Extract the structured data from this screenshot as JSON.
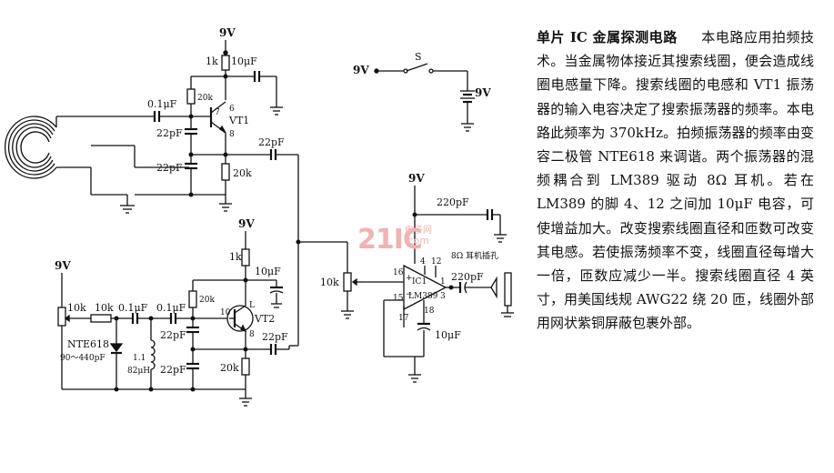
{
  "description": {
    "title": "单片 IC 金属探测电路",
    "body": "本电路应用拍频技术。当金属物体接近其搜索线圈，便会造成线圈电感量下降。搜索线圈的电感和 VT1 振荡器的输入电容决定了搜索振荡器的频率。本电路此频率为 370kHz。拍频振荡器的频率由变容二极管 NTE618 来调谐。两个振荡器的混频耦合到 LM389 驱动 8Ω 耳机。若在 LM389 的脚 4、12 之间加 10μF 电容，可使增益加大。改变搜索线圈直径和匝数可改变其电感。若使振荡频率不变，线圈直径每增大一倍，匝数应减少一半。搜索线圈直径 4 英寸，用美国线规 AWG22 绕 20 匝，线圈外部用网状紫铜屏蔽包裹外部。"
  },
  "watermark": {
    "brand": "21IC",
    "cn": "电子网",
    "url": ".com"
  },
  "schematic": {
    "top_osc": {
      "supply": "9V",
      "r_top": "1k",
      "c_bypass": "10μF",
      "c_in": "0.1μF",
      "r_bias": "20k",
      "transistor": "VT1",
      "pin7": "7",
      "pin6": "6",
      "pin8": "8",
      "c1": "22pF",
      "c2": "22pF",
      "r_emit": "20k",
      "c_out": "22pF"
    },
    "battery": {
      "supply": "9V",
      "switch": "S",
      "battery": "9V"
    },
    "amp": {
      "supply": "9V",
      "c_fb": "220pF",
      "pin4": "4",
      "pin12": "12",
      "phone": "8Ω 耳机插孔",
      "pot": "10k",
      "pin16": "16",
      "pin15": "15",
      "pin17": "17",
      "pin18": "18",
      "pin1": "1",
      "pin3": "3",
      "ic_label": "IC1",
      "ic_part": "LM389",
      "c_out": "220pF",
      "c_bypass": "10μF"
    },
    "bottom_osc": {
      "supply_left": "9V",
      "supply_mid": "9V",
      "r_pot": "10k",
      "r_series": "10k",
      "c1": "0.1μF",
      "c2": "0.1μF",
      "r_bias": "20k",
      "r_top": "1k",
      "c_bypass": "10μF",
      "transistor": "VT2",
      "pin10": "10",
      "pin8": "8",
      "pin_c": "L",
      "varactor": "NTE618",
      "varactor_range": "90～440pF",
      "inductor_value": "1.1",
      "inductor_unit": "82μH",
      "c3": "22pF",
      "c4": "22pF",
      "r_emit": "20k",
      "c_out": "22pF"
    }
  }
}
